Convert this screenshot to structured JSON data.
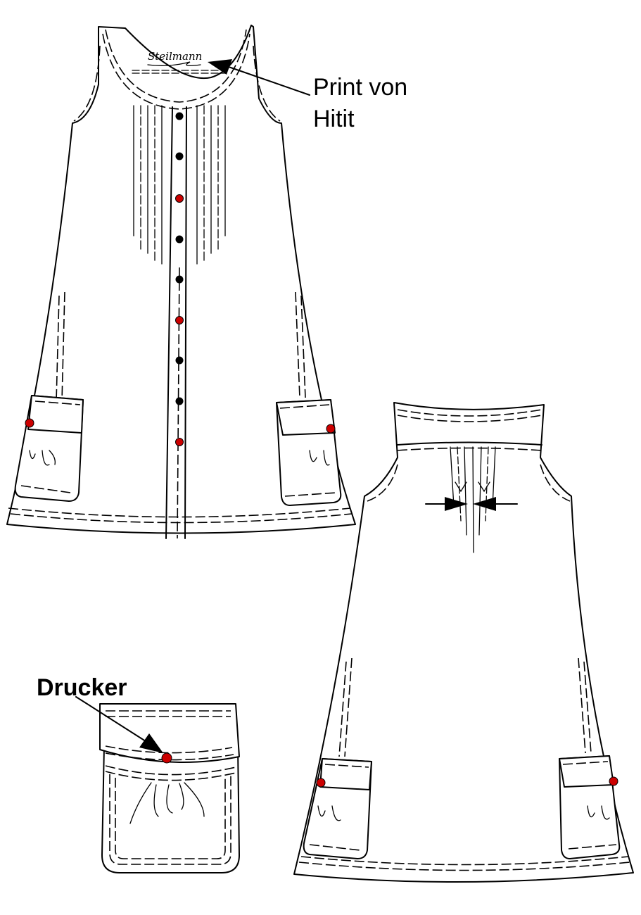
{
  "annotations": {
    "print_label_line1": "Print von",
    "print_label_line2": "Hitit",
    "button_label": "Drucker"
  },
  "brand": {
    "neck_label": "Steilmann"
  },
  "colors": {
    "outline": "#000000",
    "button_black": "#000000",
    "button_red": "#cc0000",
    "background": "#ffffff"
  },
  "views": {
    "front": "front-dress-sketch",
    "back": "back-dress-sketch",
    "detail": "pocket-detail-sketch"
  }
}
